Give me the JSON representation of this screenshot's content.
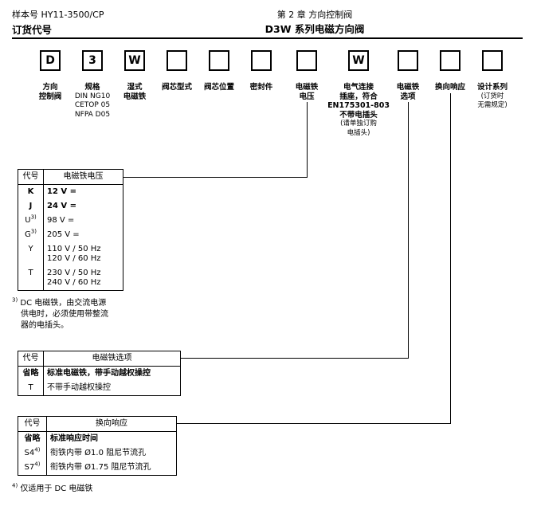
{
  "page": {
    "doc_number": "样本号 HY11-3500/CP",
    "order_code_title": "订货代号",
    "chapter_title": "第 2 章  方向控制阀",
    "series_title": "D3W 系列电磁方向阀"
  },
  "boxes": [
    {
      "char": "D",
      "lines": [
        "方向",
        "控制阀"
      ]
    },
    {
      "char": "3",
      "lines": [
        "规格",
        "DIN NG10",
        "CETOP 05",
        "NFPA D05"
      ]
    },
    {
      "char": "W",
      "lines": [
        "湿式",
        "电磁铁"
      ]
    },
    {
      "char": "",
      "lines": [
        "阀芯型式"
      ]
    },
    {
      "char": "",
      "lines": [
        "阀芯位置"
      ]
    },
    {
      "char": "",
      "lines": [
        "密封件"
      ]
    },
    {
      "char": "",
      "lines": [
        "电磁铁",
        "电压"
      ]
    },
    {
      "char": "W",
      "lines": [
        "电气连接",
        "插座，符合",
        "EN175301-803",
        "不带电插头",
        "(请单独订购",
        "电插头)"
      ]
    },
    {
      "char": "",
      "lines": [
        "电磁铁",
        "选项"
      ]
    },
    {
      "char": "",
      "lines": [
        "换向响应"
      ]
    },
    {
      "char": "",
      "lines": [
        "设计系列",
        "(订货时",
        "无需规定)"
      ]
    }
  ],
  "voltage_table": {
    "headers": [
      "代号",
      "电磁铁电压"
    ],
    "rows": [
      {
        "code": "K",
        "sup": "",
        "values": [
          "12 V ="
        ]
      },
      {
        "code": "J",
        "sup": "",
        "values": [
          "24 V ="
        ]
      },
      {
        "code": "U",
        "sup": "3)",
        "values": [
          "98 V ="
        ]
      },
      {
        "code": "G",
        "sup": "3)",
        "values": [
          "205 V ="
        ]
      },
      {
        "code": "Y",
        "sup": "",
        "values": [
          "110 V / 50 Hz",
          "120 V / 60 Hz"
        ]
      },
      {
        "code": "T",
        "sup": "",
        "values": [
          "230 V / 50 Hz",
          "240 V / 60 Hz"
        ]
      }
    ]
  },
  "options_table": {
    "headers": [
      "代号",
      "电磁铁选项"
    ],
    "rows": [
      {
        "code": "省略",
        "value": "标准电磁铁，带手动越权操控"
      },
      {
        "code": "T",
        "value": "不带手动越权操控"
      }
    ]
  },
  "response_table": {
    "headers": [
      "代号",
      "换向响应"
    ],
    "rows": [
      {
        "code": "省略",
        "sup": "",
        "value": "标准响应时间"
      },
      {
        "code": "S4",
        "sup": "4)",
        "value": "衔铁内带 Ø1.0 阻尼节流孔"
      },
      {
        "code": "S7",
        "sup": "4)",
        "value": "衔铁内带 Ø1.75 阻尼节流孔"
      }
    ]
  },
  "footnotes": {
    "f3_sup": "3)",
    "f3_lines": [
      "DC 电磁铁，由交流电源",
      "供电时，必须使用带整流",
      "器的电插头。"
    ],
    "f4_sup": "4)",
    "f4_text": "仅适用于 DC 电磁铁"
  }
}
